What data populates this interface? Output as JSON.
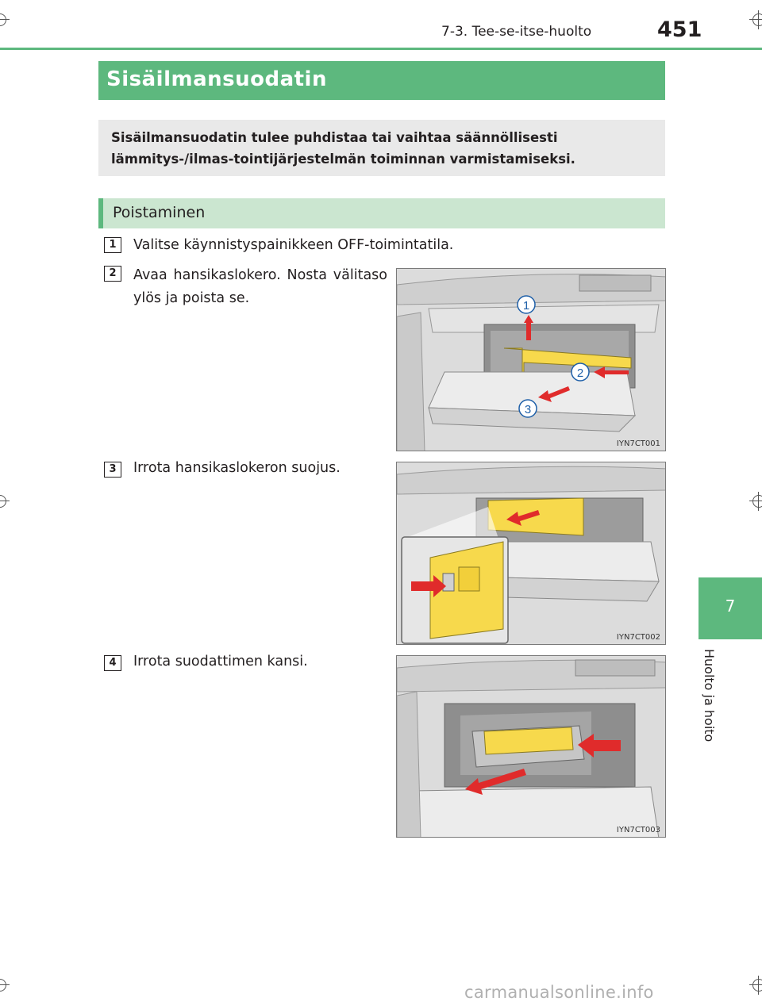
{
  "header": {
    "section": "7-3. Tee-se-itse-huolto",
    "page_number": "451"
  },
  "side_tab": {
    "chapter_number": "7",
    "chapter_label": "Huolto ja hoito"
  },
  "title": "Sisäilmansuodatin",
  "intro": "Sisäilmansuodatin tulee puhdistaa tai vaihtaa säännöllisesti lämmitys-/ilmas-tointijärjestelmän toiminnan varmistamiseksi.",
  "subheading": "Poistaminen",
  "steps": [
    {
      "num": "1",
      "text": "Valitse käynnistyspainikkeen OFF-toimintatila."
    },
    {
      "num": "2",
      "text": "Avaa hansikaslokero. Nosta välitaso ylös ja poista se."
    },
    {
      "num": "3",
      "text": "Irrota hansikaslokeron suojus."
    },
    {
      "num": "4",
      "text": "Irrota suodattimen kansi."
    }
  ],
  "figures": [
    {
      "code": "IYN7CT001",
      "callouts": [
        "1",
        "2",
        "3"
      ]
    },
    {
      "code": "IYN7CT002"
    },
    {
      "code": "IYN7CT003"
    }
  ],
  "colors": {
    "brand_green": "#5db87e",
    "light_green": "#cbe6d0",
    "intro_gray": "#e9e9e9",
    "part_yellow": "#f7d94c",
    "arrow_red": "#e02b2b"
  },
  "watermark": "carmanualsonline.info"
}
